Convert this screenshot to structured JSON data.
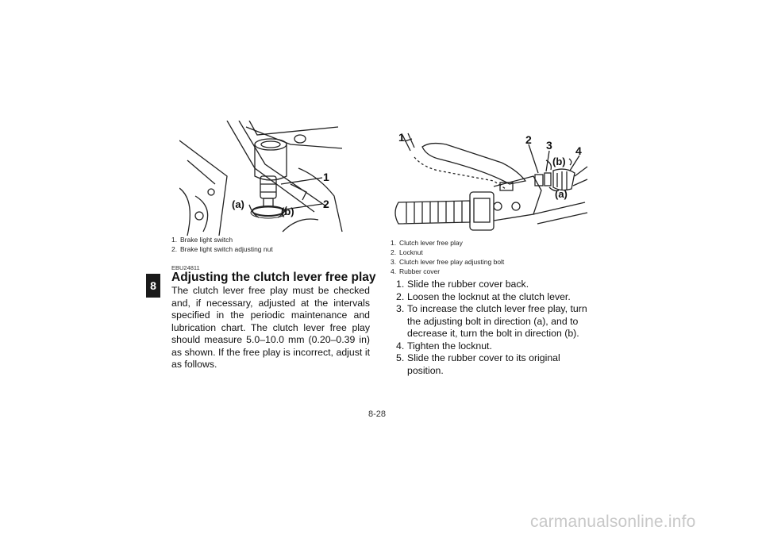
{
  "chapter_tab": "8",
  "figure_left": {
    "callouts": [
      "1",
      "2",
      "(a)",
      "(b)"
    ],
    "captions": [
      {
        "num": "1.",
        "text": "Brake light switch"
      },
      {
        "num": "2.",
        "text": "Brake light switch adjusting nut"
      }
    ]
  },
  "figure_right": {
    "callouts": [
      "1",
      "2",
      "3",
      "4",
      "(b)",
      "(a)"
    ],
    "captions": [
      {
        "num": "1.",
        "text": "Clutch lever free play"
      },
      {
        "num": "2.",
        "text": "Locknut"
      },
      {
        "num": "3.",
        "text": "Clutch lever free play adjusting bolt"
      },
      {
        "num": "4.",
        "text": "Rubber cover"
      }
    ]
  },
  "section": {
    "code": "EBU24811",
    "title": "Adjusting the clutch lever free play",
    "body": "The clutch lever free play must be checked and, if necessary, adjusted at the intervals specified in the periodic maintenance and lubrication chart. The clutch lever free play should measure 5.0–10.0 mm (0.20–0.39 in) as shown. If the free play is incorrect, adjust it as follows."
  },
  "steps": [
    {
      "num": "1.",
      "text": "Slide the rubber cover back."
    },
    {
      "num": "2.",
      "text": "Loosen the locknut at the clutch lever."
    },
    {
      "num": "3.",
      "text": "To increase the clutch lever free play, turn the adjusting bolt in direction (a), and to decrease it, turn the bolt in direction (b)."
    },
    {
      "num": "4.",
      "text": "Tighten the locknut."
    },
    {
      "num": "5.",
      "text": "Slide the rubber cover to its original position."
    }
  ],
  "page_number": "8-28",
  "watermark": "carmanualsonline.info"
}
